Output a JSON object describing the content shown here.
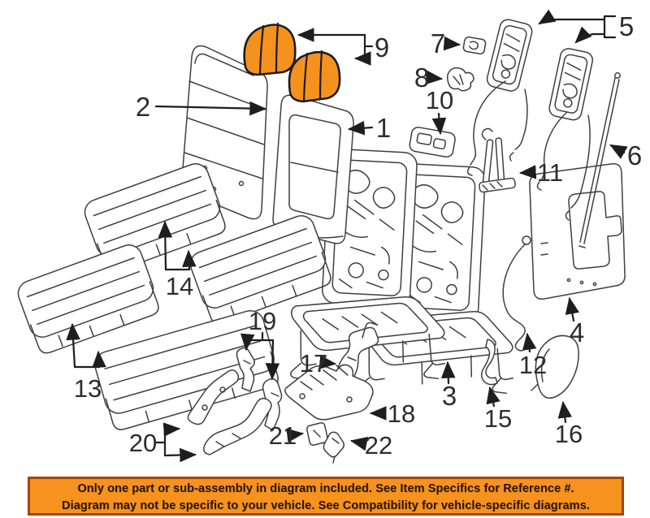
{
  "diagram": {
    "description": "Rear seat parts diagram",
    "callouts": [
      {
        "num": "1"
      },
      {
        "num": "2"
      },
      {
        "num": "3"
      },
      {
        "num": "4"
      },
      {
        "num": "5"
      },
      {
        "num": "6"
      },
      {
        "num": "7"
      },
      {
        "num": "8"
      },
      {
        "num": "9"
      },
      {
        "num": "10"
      },
      {
        "num": "11"
      },
      {
        "num": "12"
      },
      {
        "num": "13"
      },
      {
        "num": "14"
      },
      {
        "num": "15"
      },
      {
        "num": "16"
      },
      {
        "num": "17"
      },
      {
        "num": "18"
      },
      {
        "num": "19"
      },
      {
        "num": "20"
      },
      {
        "num": "21"
      },
      {
        "num": "22"
      }
    ],
    "highlighted_item": "9"
  },
  "banner": {
    "line1": "Only one part or sub-assembly in diagram included. See Item Specifics for Reference #.",
    "line2": "Diagram may not be specific to your vehicle. See Compatibility for vehicle-specific diagrams."
  },
  "colors": {
    "highlight": "#F5921E",
    "banner_bg": "#F6921E",
    "banner_border": "#A84300",
    "banner_text": "#2A1403",
    "line_art": "#3F3F3F",
    "callout": "#1E1E1E"
  }
}
